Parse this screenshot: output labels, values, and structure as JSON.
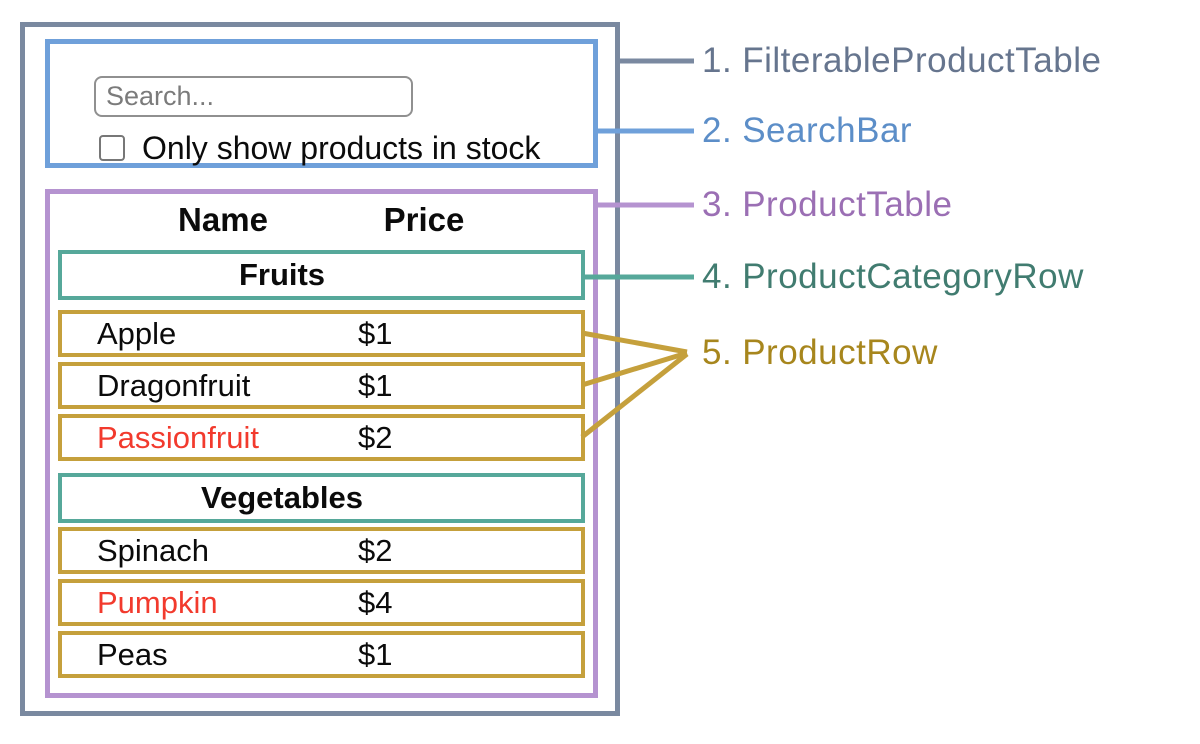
{
  "colors": {
    "slate_border": "#7A89A0",
    "blue_border": "#6FA0DA",
    "purple_border": "#B593D0",
    "teal_border": "#56A89A",
    "gold_border": "#C5A03C",
    "out_of_stock_red": "#F23A2D",
    "text_black": "#0B0B0B"
  },
  "search_bar": {
    "input_placeholder": "Search...",
    "input_value": "",
    "checkbox_checked": false,
    "checkbox_label": "Only show products in stock"
  },
  "product_table": {
    "columns": [
      "Name",
      "Price"
    ],
    "sections": [
      {
        "category": "Fruits",
        "rows": [
          {
            "name": "Apple",
            "price": "$1",
            "name_style": "color:#0B0B0B"
          },
          {
            "name": "Dragonfruit",
            "price": "$1",
            "name_style": "color:#0B0B0B"
          },
          {
            "name": "Passionfruit",
            "price": "$2",
            "name_style": "color:#F23A2D"
          }
        ]
      },
      {
        "category": "Vegetables",
        "rows": [
          {
            "name": "Spinach",
            "price": "$2",
            "name_style": "color:#0B0B0B"
          },
          {
            "name": "Pumpkin",
            "price": "$4",
            "name_style": "color:#F23A2D"
          },
          {
            "name": "Peas",
            "price": "$1",
            "name_style": "color:#0B0B0B"
          }
        ]
      }
    ]
  },
  "legend": [
    {
      "number": "1.",
      "label": "FilterableProductTable",
      "style": "color:#66758E"
    },
    {
      "number": "2.",
      "label": "SearchBar",
      "style": "color:#5C8EC8"
    },
    {
      "number": "3.",
      "label": "ProductTable",
      "style": "color:#9B6FB4"
    },
    {
      "number": "4.",
      "label": "ProductCategoryRow",
      "style": "color:#417C70"
    },
    {
      "number": "5.",
      "label": "ProductRow",
      "style": "color:#A7861D"
    }
  ]
}
